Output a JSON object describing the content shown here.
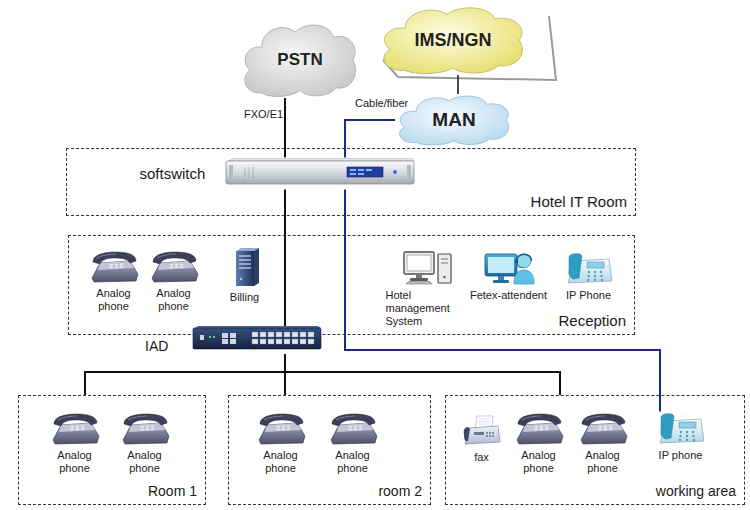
{
  "diagram": {
    "nodes": [
      {
        "text": [
          "PSTN"
        ]
      },
      {
        "text": [
          "IMS/NGN"
        ]
      },
      {
        "text": [
          "MAN"
        ]
      },
      {
        "text": [
          "Hotel IT Room"
        ]
      },
      {
        "text": [
          "softswitch"
        ],
        "in": 3
      },
      {
        "text": [
          "Reception"
        ]
      },
      {
        "text": [
          "Analog phone"
        ],
        "in": 5
      },
      {
        "text": [
          "Analog phone"
        ],
        "in": 5
      },
      {
        "text": [
          "Billing"
        ],
        "in": 5
      },
      {
        "text": [
          "Hotel management System"
        ],
        "in": 5
      },
      {
        "text": [
          "Fetex-attendent"
        ],
        "in": 5
      },
      {
        "text": [
          "IP Phone"
        ],
        "in": 5
      },
      {
        "text": [
          "IAD"
        ]
      },
      {
        "text": [
          "Room 1"
        ]
      },
      {
        "text": [
          "Analog phone"
        ],
        "in": 13
      },
      {
        "text": [
          "Analog phone"
        ],
        "in": 13
      },
      {
        "text": [
          "room 2"
        ]
      },
      {
        "text": [
          "Analog phone"
        ],
        "in": 16
      },
      {
        "text": [
          "Analog phone"
        ],
        "in": 16
      },
      {
        "text": [
          "working area"
        ]
      },
      {
        "text": [
          "fax"
        ],
        "in": 19
      },
      {
        "text": [
          "Analog phone"
        ],
        "in": 19
      },
      {
        "text": [
          "Analog phone"
        ],
        "in": 19
      },
      {
        "text": [
          "IP phone"
        ],
        "in": 19
      }
    ],
    "edges": [
      {
        "from": 0,
        "to": 4,
        "label": "FXO/E1",
        "arrow": "none"
      },
      {
        "from": 1,
        "to": 2,
        "arrow": "none"
      },
      {
        "from": 2,
        "to": 4,
        "label": "Cable/fiber",
        "arrow": "none"
      },
      {
        "from": 4,
        "to": 12,
        "arrow": "none"
      },
      {
        "from": 4,
        "to": 23,
        "arrow": "none"
      },
      {
        "from": 12,
        "to": 13,
        "arrow": "none"
      },
      {
        "from": 12,
        "to": 16,
        "arrow": "none"
      },
      {
        "from": 12,
        "to": 19,
        "arrow": "none"
      }
    ]
  }
}
